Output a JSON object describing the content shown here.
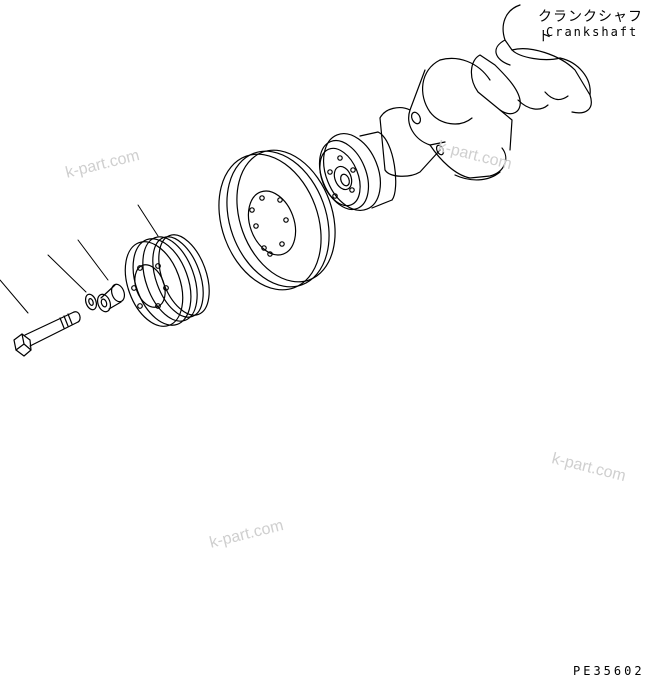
{
  "labels": {
    "crankshaft_jp": "クランクシャフト",
    "crankshaft_en": "Crankshaft",
    "figure_number": "PE35602"
  },
  "watermarks": [
    "k-part.com",
    "k-part.com",
    "k-part.com",
    "k-part.com"
  ],
  "colors": {
    "line": "#000000",
    "watermark": "#cfcfcf"
  }
}
